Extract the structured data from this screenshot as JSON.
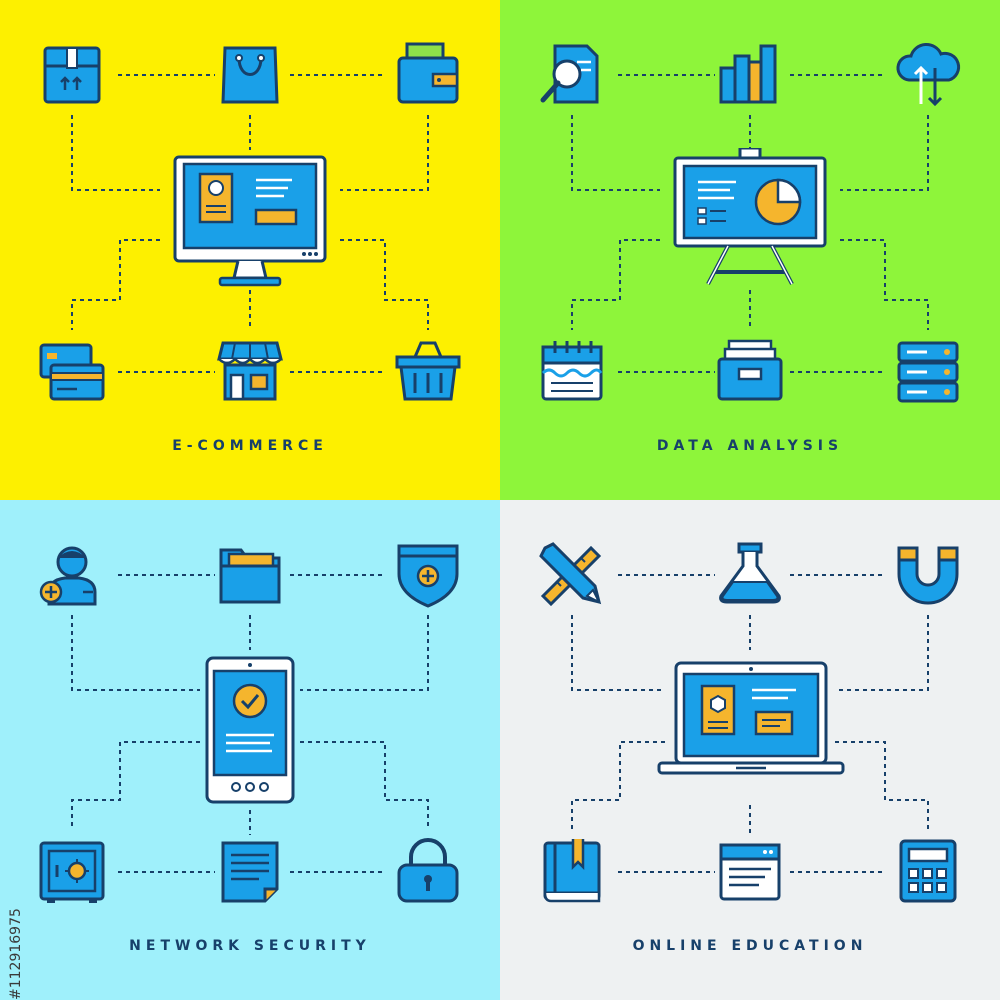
{
  "colors": {
    "ecommerce_bg": "#fdf000",
    "data_bg": "#8ef53a",
    "network_bg": "#9ff0fb",
    "education_bg": "#eef1f2",
    "outline": "#17406a",
    "blue": "#1aa0e8",
    "orange": "#f5b52d",
    "white": "#ffffff"
  },
  "panels": {
    "ecommerce": {
      "title": "E-COMMERCE",
      "icons": [
        "package-box-icon",
        "shopping-bag-icon",
        "wallet-icon",
        "credit-card-icon",
        "storefront-icon",
        "shopping-basket-icon"
      ],
      "center": "desktop-monitor-icon"
    },
    "data": {
      "title": "DATA ANALYSIS",
      "icons": [
        "document-search-icon",
        "bar-chart-icon",
        "cloud-sync-icon",
        "calendar-icon",
        "file-cabinet-icon",
        "server-stack-icon"
      ],
      "center": "presentation-board-icon"
    },
    "network": {
      "title": "NETWORK SECURITY",
      "icons": [
        "add-user-icon",
        "folder-icon",
        "shield-icon",
        "safe-icon",
        "document-icon",
        "padlock-icon"
      ],
      "center": "smartphone-icon"
    },
    "education": {
      "title": "ONLINE EDUCATION",
      "icons": [
        "ruler-pencil-icon",
        "flask-icon",
        "magnet-icon",
        "book-icon",
        "browser-window-icon",
        "calculator-icon"
      ],
      "center": "laptop-icon"
    }
  },
  "stock_id": "#112916975"
}
